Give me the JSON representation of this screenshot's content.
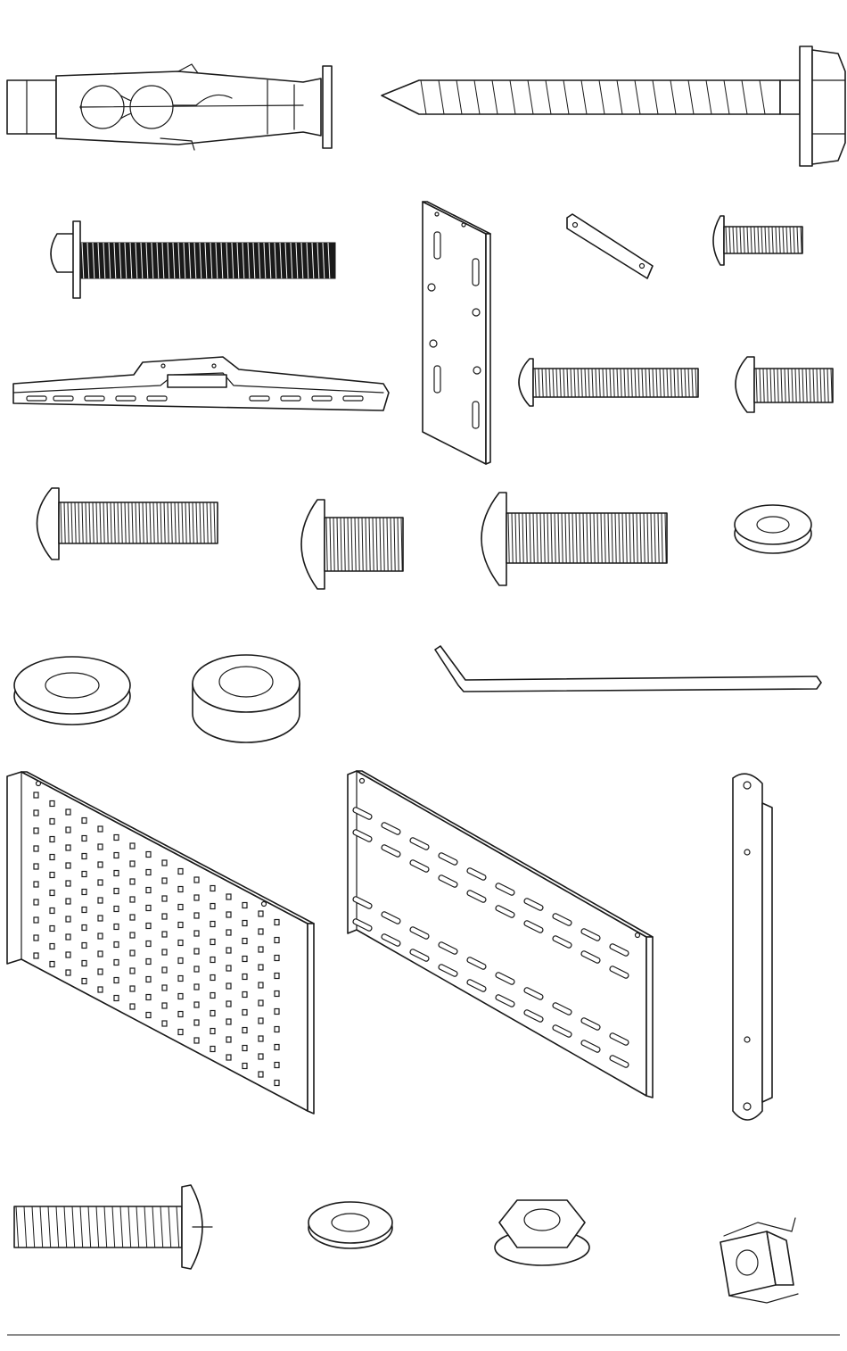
{
  "sheet": {
    "background": "#ffffff",
    "line_color": "#1a1a1a"
  },
  "parts": [
    {
      "id": "toggle-anchor",
      "icon": "toggle-wall-anchor-icon"
    },
    {
      "id": "lag-bolt",
      "icon": "hex-lag-bolt-icon"
    },
    {
      "id": "flange-bolt-long",
      "icon": "flange-bolt-icon"
    },
    {
      "id": "adapter-plate",
      "icon": "vertical-adapter-plate-icon"
    },
    {
      "id": "small-flat-bar",
      "icon": "flat-bar-icon"
    },
    {
      "id": "short-button-screw",
      "icon": "button-head-screw-icon"
    },
    {
      "id": "wall-rail",
      "icon": "wall-rail-icon"
    },
    {
      "id": "medium-button-screw",
      "icon": "button-head-screw-icon"
    },
    {
      "id": "short-button-screw-2",
      "icon": "button-head-screw-icon"
    },
    {
      "id": "button-screw-a",
      "icon": "button-head-screw-icon"
    },
    {
      "id": "button-screw-b",
      "icon": "button-head-screw-icon"
    },
    {
      "id": "button-screw-c",
      "icon": "button-head-screw-icon"
    },
    {
      "id": "flat-washer-small",
      "icon": "flat-washer-icon"
    },
    {
      "id": "flat-washer-large",
      "icon": "flat-washer-icon"
    },
    {
      "id": "spacer",
      "icon": "spacer-icon"
    },
    {
      "id": "allen-key",
      "icon": "allen-key-icon"
    },
    {
      "id": "perforated-bracket",
      "icon": "perforated-bracket-icon"
    },
    {
      "id": "slotted-bracket",
      "icon": "slotted-bracket-icon"
    },
    {
      "id": "vertical-arm",
      "icon": "vertical-arm-icon"
    },
    {
      "id": "pan-head-screw",
      "icon": "pan-head-screw-icon"
    },
    {
      "id": "thin-washer",
      "icon": "flat-washer-icon"
    },
    {
      "id": "flange-nut",
      "icon": "flange-hex-nut-icon"
    },
    {
      "id": "cage-nut",
      "icon": "cage-nut-icon"
    }
  ]
}
